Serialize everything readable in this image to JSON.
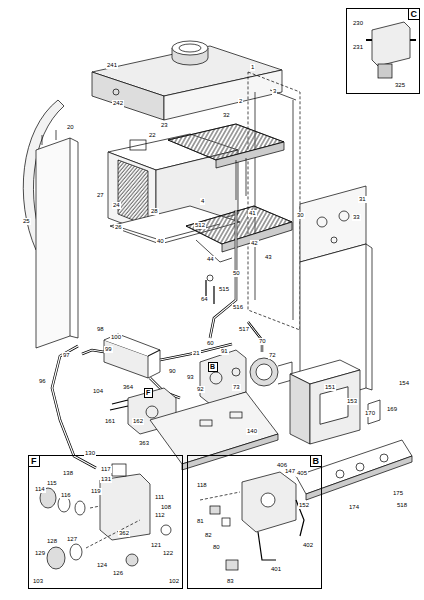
{
  "diagram": {
    "nodes": [
      {
        "text": [
          "C"
        ]
      },
      {
        "text": [
          "B"
        ]
      },
      {
        "text": [
          "F"
        ]
      },
      {
        "text": [
          "F"
        ]
      },
      {
        "text": [
          "B"
        ]
      }
    ],
    "labels": [
      "241",
      "242",
      "1",
      "3",
      "2",
      "20",
      "32",
      "23",
      "22",
      "25",
      "24",
      "27",
      "28",
      "26",
      "4",
      "40",
      "41",
      "42",
      "43",
      "44",
      "30",
      "31",
      "33",
      "512",
      "50",
      "515",
      "64",
      "516",
      "517",
      "70",
      "21",
      "60",
      "98",
      "100",
      "99",
      "97",
      "96",
      "104",
      "364",
      "90",
      "91",
      "93",
      "92",
      "72",
      "73",
      "151",
      "153",
      "154",
      "169",
      "170",
      "152",
      "174",
      "175",
      "518",
      "147",
      "118",
      "161",
      "162",
      "363",
      "130",
      "138",
      "131",
      "140",
      "230",
      "231",
      "325",
      "103",
      "102",
      "114",
      "115",
      "116",
      "117",
      "119",
      "121",
      "122",
      "124",
      "126",
      "127",
      "128",
      "129",
      "111",
      "112",
      "108",
      "362",
      "406",
      "405",
      "81",
      "82",
      "80",
      "401",
      "402",
      "83"
    ]
  }
}
